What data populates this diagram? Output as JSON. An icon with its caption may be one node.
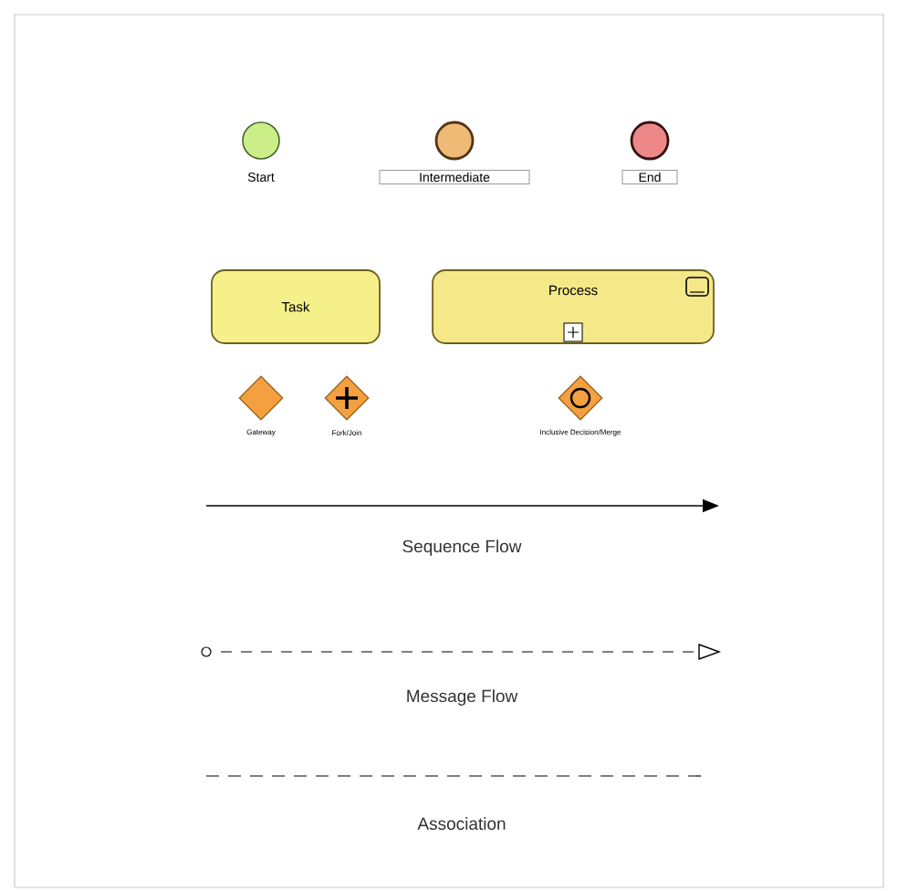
{
  "diagram": {
    "nodes": [
      {
        "text": [
          "Start"
        ]
      },
      {
        "text": [
          "Intermediate"
        ]
      },
      {
        "text": [
          "End"
        ]
      },
      {
        "text": [
          "Task"
        ]
      },
      {
        "text": [
          "Process"
        ]
      },
      {
        "text": [
          "Gateway"
        ]
      },
      {
        "text": [
          "Fork/Join"
        ]
      },
      {
        "text": [
          "Inclusive Decision/Merge"
        ]
      }
    ],
    "legend": [
      {
        "text": "Sequence Flow"
      },
      {
        "text": "Message Flow"
      },
      {
        "text": "Association"
      }
    ]
  }
}
